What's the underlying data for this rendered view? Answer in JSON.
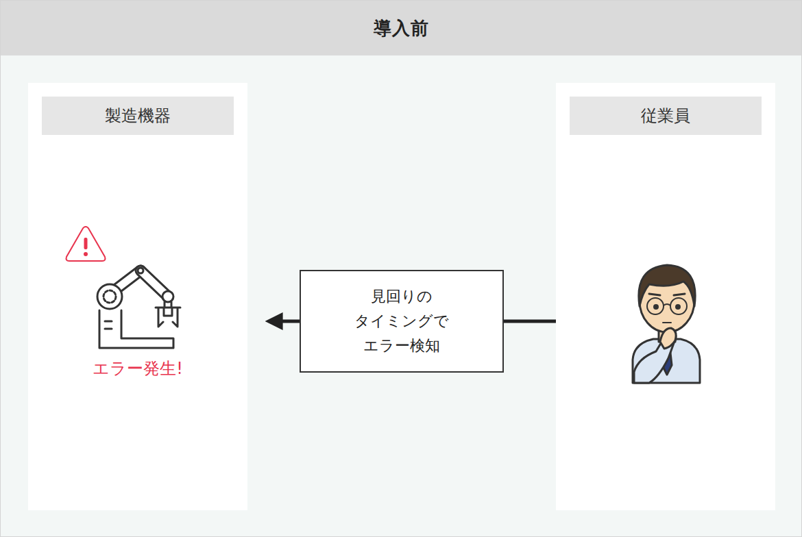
{
  "diagram": {
    "title": "導入前",
    "nodes": [
      {
        "text": [
          "製造機器",
          "エラー発生!"
        ]
      },
      {
        "text": [
          "従業員"
        ]
      }
    ],
    "edges": [
      {
        "from": 1,
        "to": 0,
        "arrow": "to",
        "label": "見回りの タイミングで エラー検知"
      }
    ]
  }
}
